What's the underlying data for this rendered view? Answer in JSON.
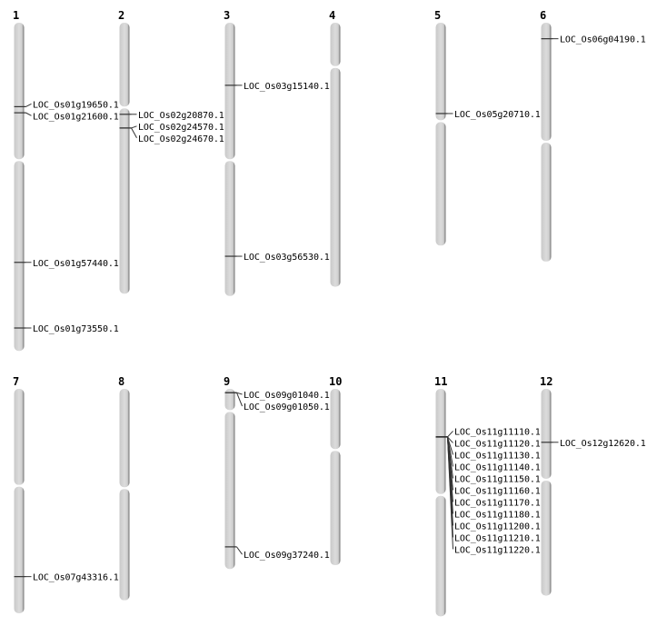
{
  "units": "Mb",
  "colors": {
    "chromosome_fill": "#d4d4d4",
    "chromosome_edge": "#555555",
    "marker": "#333333"
  },
  "chromosomes": [
    {
      "name": "1",
      "length": 43.0,
      "centromere": 18.0,
      "markers": [
        {
          "label": "LOC_Os01g19650.1",
          "pos": 11.0
        },
        {
          "label": "LOC_Os01g21600.1",
          "pos": 11.8
        },
        {
          "label": "LOC_Os01g57440.1",
          "pos": 31.4
        },
        {
          "label": "LOC_Os01g73550.1",
          "pos": 40.0
        }
      ]
    },
    {
      "name": "2",
      "length": 35.5,
      "centromere": 11.1,
      "markers": [
        {
          "label": "LOC_Os02g20870.1",
          "pos": 12.0
        },
        {
          "label": "LOC_Os02g24570.1",
          "pos": 13.8
        },
        {
          "label": "LOC_Os02g24670.1",
          "pos": 13.8
        }
      ]
    },
    {
      "name": "3",
      "length": 35.8,
      "centromere": 18.0,
      "markers": [
        {
          "label": "LOC_Os03g15140.1",
          "pos": 8.2
        },
        {
          "label": "LOC_Os03g56530.1",
          "pos": 30.6
        }
      ]
    },
    {
      "name": "4",
      "length": 34.6,
      "centromere": 5.8,
      "markers": []
    },
    {
      "name": "5",
      "length": 29.2,
      "centromere": 12.9,
      "markers": [
        {
          "label": "LOC_Os05g20710.1",
          "pos": 11.9
        }
      ]
    },
    {
      "name": "6",
      "length": 31.3,
      "centromere": 15.6,
      "markers": [
        {
          "label": "LOC_Os06g04190.1",
          "pos": 2.1
        }
      ]
    },
    {
      "name": "7",
      "length": 29.4,
      "centromere": 12.7,
      "markers": [
        {
          "label": "LOC_Os07g43316.1",
          "pos": 24.6
        }
      ]
    },
    {
      "name": "8",
      "length": 27.7,
      "centromere": 13.0,
      "markers": []
    },
    {
      "name": "9",
      "length": 23.6,
      "centromere": 2.9,
      "markers": [
        {
          "label": "LOC_Os09g01040.1",
          "pos": 0.5
        },
        {
          "label": "LOC_Os09g01050.1",
          "pos": 0.5
        },
        {
          "label": "LOC_Os09g37240.1",
          "pos": 20.7
        }
      ]
    },
    {
      "name": "10",
      "length": 23.1,
      "centromere": 8.0,
      "markers": []
    },
    {
      "name": "11",
      "length": 29.8,
      "centromere": 13.9,
      "markers": [
        {
          "label": "LOC_Os11g11110.1",
          "pos": 6.3
        },
        {
          "label": "LOC_Os11g11120.1",
          "pos": 6.3
        },
        {
          "label": "LOC_Os11g11130.1",
          "pos": 6.3
        },
        {
          "label": "LOC_Os11g11140.1",
          "pos": 6.3
        },
        {
          "label": "LOC_Os11g11150.1",
          "pos": 6.3
        },
        {
          "label": "LOC_Os11g11160.1",
          "pos": 6.3
        },
        {
          "label": "LOC_Os11g11170.1",
          "pos": 6.3
        },
        {
          "label": "LOC_Os11g11180.1",
          "pos": 6.3
        },
        {
          "label": "LOC_Os11g11200.1",
          "pos": 6.3
        },
        {
          "label": "LOC_Os11g11210.1",
          "pos": 6.3
        },
        {
          "label": "LOC_Os11g11220.1",
          "pos": 6.3
        }
      ]
    },
    {
      "name": "12",
      "length": 27.1,
      "centromere": 11.9,
      "markers": [
        {
          "label": "LOC_Os12g12620.1",
          "pos": 7.0
        }
      ]
    }
  ]
}
